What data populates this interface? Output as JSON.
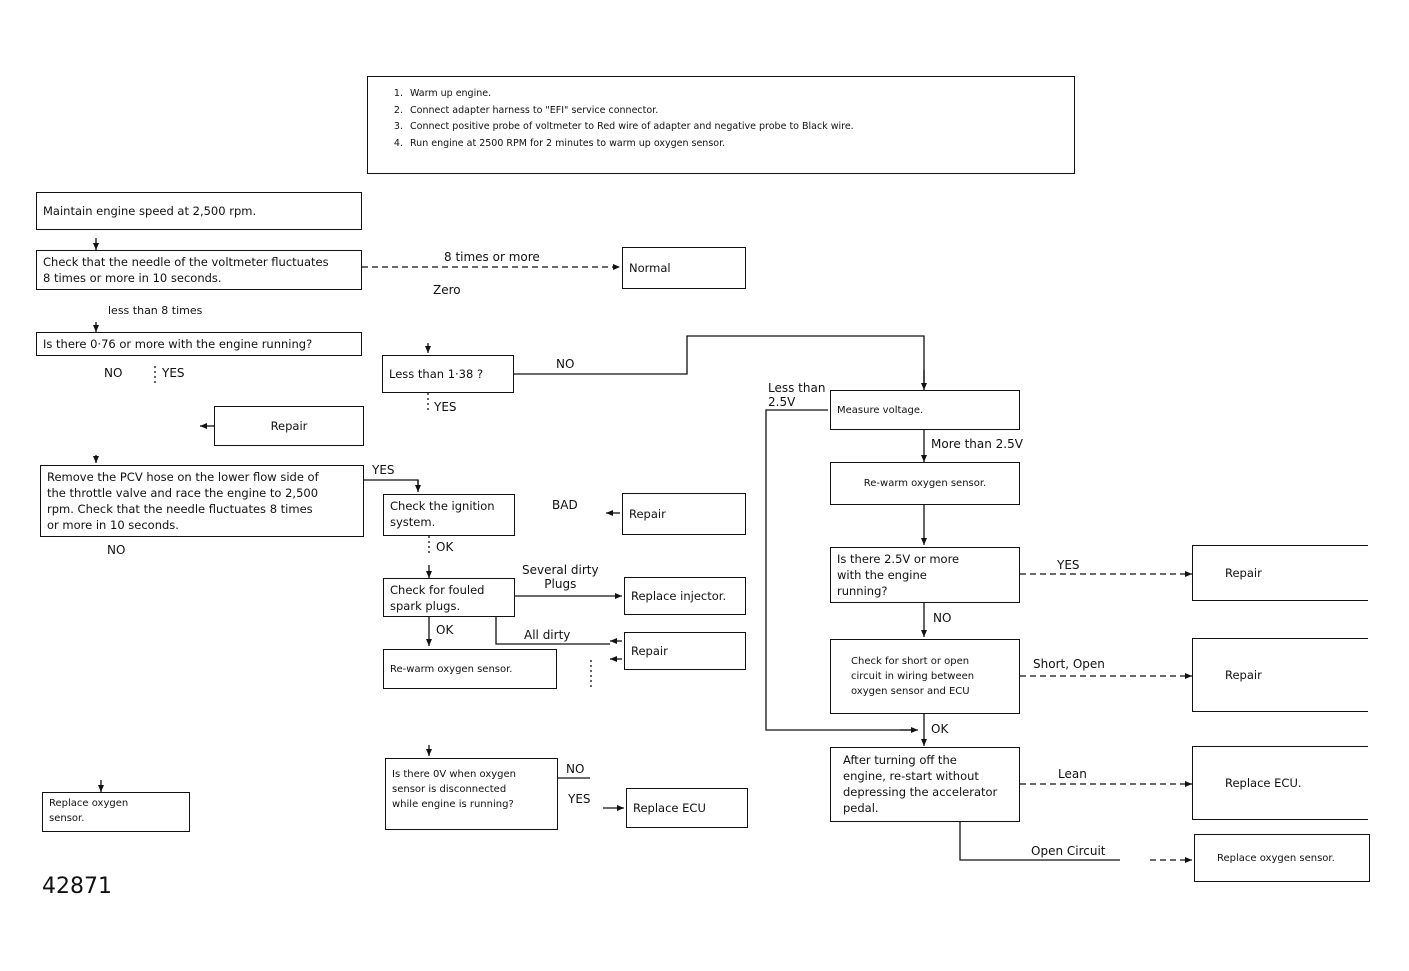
{
  "figure_number": "42871",
  "instructions": [
    "Warm up engine.",
    "Connect adapter harness to \"EFI\" service connector.",
    "Connect positive probe of voltmeter to Red wire of adapter and negative probe to Black wire.",
    "Run engine at 2500 RPM for 2 minutes to warm up oxygen sensor."
  ],
  "boxes": {
    "maintain_speed": "Maintain engine speed at 2,500 rpm.",
    "check_needle": "Check that the needle of the voltmeter fluctuates\n8 times or more in 10 seconds.",
    "normal": "Normal",
    "is_there_076": "Is there 0·76 or more with the engine running?",
    "less_than_038": "Less than 1·38 ?",
    "repair_left": "Repair",
    "remove_pcv": "Remove the PCV hose on the lower flow side of\nthe throttle valve and race the engine to 2,500\nrpm.  Check that the needle fluctuates 8 times\nor more in 10 seconds.",
    "check_ignition": "Check the ignition\nsystem.",
    "repair_ignition": "Repair",
    "check_fouled": "Check for fouled\nspark plugs.",
    "replace_injector": "Replace injector.",
    "repair_plugs": "Repair",
    "rewarm_left": "Re-warm oxygen sensor.",
    "is_there_0v": "Is there 0V when oxygen\nsensor is disconnected\nwhile engine is running?",
    "replace_ecu_mid": "Replace ECU",
    "replace_o2_left": "Replace oxygen\nsensor.",
    "measure_voltage": "Measure voltage.",
    "rewarm_right": "Re-warm oxygen sensor.",
    "is_there_25": "Is there 2.5V or more\nwith the engine\nrunning?",
    "repair_right_1": "Repair",
    "check_short": "Check for short or open\ncircuit in wiring between\noxygen sensor and ECU",
    "repair_right_2": "Repair",
    "after_turning": "After turning off the\nengine, re-start without\ndepressing the accelerator\npedal.",
    "replace_ecu_right": "Replace ECU.",
    "replace_o2_right": "Replace oxygen sensor."
  },
  "labels": {
    "eight_or_more": "8 times or more",
    "zero": "Zero",
    "less_than_8": "less than 8 times",
    "no_076": "NO",
    "yes_076": "YES",
    "no_038": "NO",
    "yes_038": "YES",
    "yes_pcv": "YES",
    "no_pcv": "NO",
    "bad": "BAD",
    "ok_ignition": "OK",
    "several_dirty": "Several dirty\nPlugs",
    "ok_plugs": "OK",
    "all_dirty": "All dirty",
    "no_0v": "NO",
    "yes_0v": "YES",
    "less_than_25": "Less than\n2.5V",
    "more_than_25": "More than 2.5V",
    "yes_25": "YES",
    "no_25": "NO",
    "short_open": "Short, Open",
    "ok_short": "OK",
    "lean": "Lean",
    "open_circuit": "Open Circuit"
  }
}
